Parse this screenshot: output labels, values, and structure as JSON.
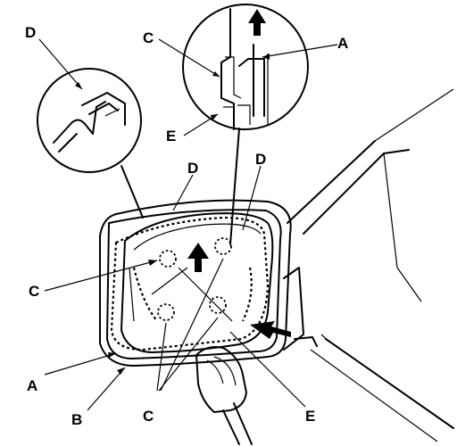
{
  "figure": {
    "labels": {
      "d_top_left": "D",
      "c_top": "C",
      "a_top_right": "A",
      "e_top": "E",
      "d_mid_1": "D",
      "d_mid_2": "D",
      "c_left": "C",
      "a_bottom_left": "A",
      "b_bottom": "B",
      "c_bottom": "C",
      "e_bottom_right": "E"
    },
    "icons": {
      "push_arrow": "black-arrow-icon",
      "lift_arrow": "up-arrow-icon",
      "tool": "trim-tool-icon"
    },
    "colors": {
      "ink": "#000000",
      "paper": "#ffffff"
    }
  }
}
